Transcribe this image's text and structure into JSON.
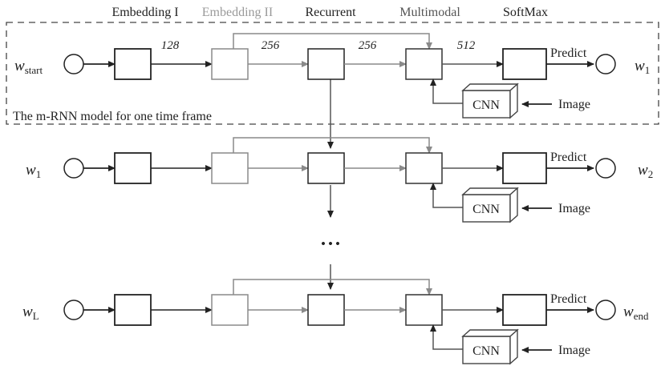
{
  "header": {
    "embedding1": "Embedding I",
    "embedding2": "Embedding II",
    "recurrent": "Recurrent",
    "multimodal": "Multimodal",
    "softmax": "SoftMax"
  },
  "dims": {
    "d1": "128",
    "d2": "256",
    "d3": "256",
    "d4": "512"
  },
  "caption": "The m-RNN model for one time frame",
  "rows": [
    {
      "input_main": "w",
      "input_sub": "start",
      "output_main": "w",
      "output_sub": "1"
    },
    {
      "input_main": "w",
      "input_sub": "1",
      "output_main": "w",
      "output_sub": "2"
    },
    {
      "input_main": "w",
      "input_sub": "L",
      "output_main": "w",
      "output_sub": "end"
    }
  ],
  "labels": {
    "predict": "Predict",
    "cnn": "CNN",
    "image": "Image",
    "ellipsis": "• • •"
  },
  "colors": {
    "dark": "#222222",
    "light": "#8a8a8a",
    "embedding2_header": "#9a9a9a"
  }
}
